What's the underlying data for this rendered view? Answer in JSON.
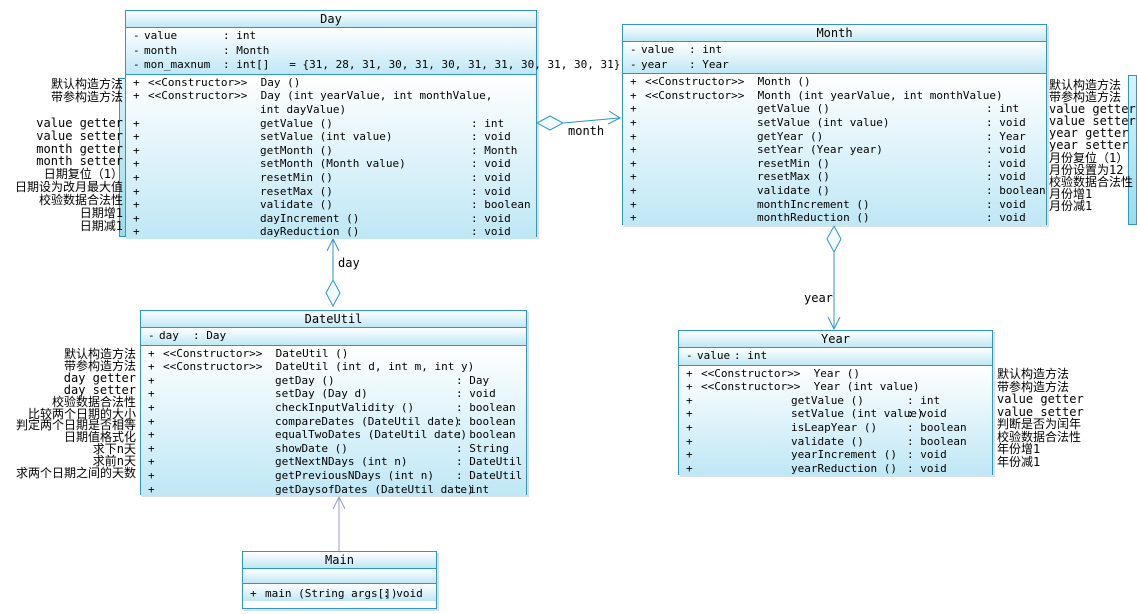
{
  "diagram": {
    "colors": {
      "border": "#2e96c8",
      "fill_top": "#ffffff",
      "fill_bottom": "#c0e7f5",
      "dependency_line": "#9a98cc",
      "text": "#000000"
    },
    "classes": [
      {
        "id": "day",
        "title": "Day",
        "attributes": [
          {
            "vis": "-",
            "name": "value",
            "type": ": int"
          },
          {
            "vis": "-",
            "name": "month",
            "type": ": Month"
          },
          {
            "vis": "-",
            "name": "mon_maxnum",
            "type": ": int[]   = {31, 28, 31, 30, 31, 30, 31, 31, 30, 31, 30, 31}"
          }
        ],
        "methods": [
          {
            "vis": "+",
            "label": "<<Constructor>>  Day ()",
            "type": "",
            "ind": 0
          },
          {
            "vis": "+",
            "label": "<<Constructor>>  Day (int yearValue, int monthValue,",
            "type": "",
            "ind": 0
          },
          {
            "vis": "",
            "label": "int dayValue)",
            "type": "",
            "ind": 2
          },
          {
            "vis": "+",
            "label": "getValue ()",
            "type": ": int",
            "ind": 1
          },
          {
            "vis": "+",
            "label": "setValue (int value)",
            "type": ": void",
            "ind": 1
          },
          {
            "vis": "+",
            "label": "getMonth ()",
            "type": ": Month",
            "ind": 1
          },
          {
            "vis": "+",
            "label": "setMonth (Month value)",
            "type": ": void",
            "ind": 1
          },
          {
            "vis": "+",
            "label": "resetMin ()",
            "type": ": void",
            "ind": 1
          },
          {
            "vis": "+",
            "label": "resetMax ()",
            "type": ": void",
            "ind": 1
          },
          {
            "vis": "+",
            "label": "validate ()",
            "type": ": boolean",
            "ind": 1
          },
          {
            "vis": "+",
            "label": "dayIncrement ()",
            "type": ": void",
            "ind": 1
          },
          {
            "vis": "+",
            "label": "dayReduction ()",
            "type": ": void",
            "ind": 1
          }
        ]
      },
      {
        "id": "month",
        "title": "Month",
        "attributes": [
          {
            "vis": "-",
            "name": "value",
            "type": ": int"
          },
          {
            "vis": "-",
            "name": "year",
            "type": ": Year"
          }
        ],
        "methods": [
          {
            "vis": "+",
            "label": "<<Constructor>>  Month ()",
            "type": "",
            "ind": 0
          },
          {
            "vis": "+",
            "label": "<<Constructor>>  Month (int yearValue, int monthValue)",
            "type": "",
            "ind": 0
          },
          {
            "vis": "+",
            "label": "getValue ()",
            "type": ": int",
            "ind": 1
          },
          {
            "vis": "+",
            "label": "setValue (int value)",
            "type": ": void",
            "ind": 1
          },
          {
            "vis": "+",
            "label": "getYear ()",
            "type": ": Year",
            "ind": 1
          },
          {
            "vis": "+",
            "label": "setYear (Year year)",
            "type": ": void",
            "ind": 1
          },
          {
            "vis": "+",
            "label": "resetMin ()",
            "type": ": void",
            "ind": 1
          },
          {
            "vis": "+",
            "label": "resetMax ()",
            "type": ": void",
            "ind": 1
          },
          {
            "vis": "+",
            "label": "validate ()",
            "type": ": boolean",
            "ind": 1
          },
          {
            "vis": "+",
            "label": "monthIncrement ()",
            "type": ": void",
            "ind": 1
          },
          {
            "vis": "+",
            "label": "monthReduction ()",
            "type": ": void",
            "ind": 1
          }
        ]
      },
      {
        "id": "dateutil",
        "title": "DateUtil",
        "attributes": [
          {
            "vis": "-",
            "name": "day",
            "type": ": Day"
          }
        ],
        "methods": [
          {
            "vis": "+",
            "label": "<<Constructor>>  DateUtil ()",
            "type": "",
            "ind": 0
          },
          {
            "vis": "+",
            "label": "<<Constructor>>  DateUtil (int d, int m, int y)",
            "type": "",
            "ind": 0
          },
          {
            "vis": "+",
            "label": "getDay ()",
            "type": ": Day",
            "ind": 1
          },
          {
            "vis": "+",
            "label": "setDay (Day d)",
            "type": ": void",
            "ind": 1
          },
          {
            "vis": "+",
            "label": "checkInputValidity ()",
            "type": ": boolean",
            "ind": 1
          },
          {
            "vis": "+",
            "label": "compareDates (DateUtil date)",
            "type": ": boolean",
            "ind": 1
          },
          {
            "vis": "+",
            "label": "equalTwoDates (DateUtil date)",
            "type": ": boolean",
            "ind": 1
          },
          {
            "vis": "+",
            "label": "showDate ()",
            "type": ": String",
            "ind": 1
          },
          {
            "vis": "+",
            "label": "getNextNDays (int n)",
            "type": ": DateUtil",
            "ind": 1
          },
          {
            "vis": "+",
            "label": "getPreviousNDays (int n)",
            "type": ": DateUtil",
            "ind": 1
          },
          {
            "vis": "+",
            "label": "getDaysofDates (DateUtil date)",
            "type": ": int",
            "ind": 1
          }
        ]
      },
      {
        "id": "year",
        "title": "Year",
        "attributes": [
          {
            "vis": "-",
            "name": "value",
            "type": ": int"
          }
        ],
        "methods": [
          {
            "vis": "+",
            "label": "<<Constructor>>  Year ()",
            "type": "",
            "ind": 0
          },
          {
            "vis": "+",
            "label": "<<Constructor>>  Year (int value)",
            "type": "",
            "ind": 0
          },
          {
            "vis": "+",
            "label": "getValue ()",
            "type": ": int",
            "ind": 1
          },
          {
            "vis": "+",
            "label": "setValue (int value)",
            "type": ": void",
            "ind": 1
          },
          {
            "vis": "+",
            "label": "isLeapYear ()",
            "type": ": boolean",
            "ind": 1
          },
          {
            "vis": "+",
            "label": "validate ()",
            "type": ": boolean",
            "ind": 1
          },
          {
            "vis": "+",
            "label": "yearIncrement ()",
            "type": ": void",
            "ind": 1
          },
          {
            "vis": "+",
            "label": "yearReduction ()",
            "type": ": void",
            "ind": 1
          }
        ]
      },
      {
        "id": "main",
        "title": "Main",
        "attributes": [],
        "methods": [
          {
            "vis": "+",
            "label": "main (String args[])",
            "type": ": void",
            "ind": 0
          }
        ]
      }
    ],
    "notes": [
      {
        "id": "day",
        "lines": [
          "默认构造方法",
          "带参构造方法",
          "",
          "value getter",
          "value setter",
          "month getter",
          "month setter",
          "日期复位（1）",
          "日期设为改月最大值",
          "校验数据合法性",
          "日期增1",
          "日期减1"
        ]
      },
      {
        "id": "month",
        "lines": [
          "默认构造方法",
          "带参构造方法",
          "value getter",
          "value setter",
          "year getter",
          "year setter",
          "月份复位（1）",
          "月份设置为12",
          "校验数据合法性",
          "月份增1",
          "月份减1"
        ]
      },
      {
        "id": "dateutil",
        "lines": [
          "默认构造方法",
          "带参构造方法",
          "day getter",
          "day setter",
          "校验数据合法性",
          "比较两个日期的大小",
          "判定两个日期是否相等",
          "日期值格式化",
          "求下n天",
          "求前n天",
          "求两个日期之间的天数"
        ]
      },
      {
        "id": "year",
        "lines": [
          "默认构造方法",
          "带参构造方法",
          "value getter",
          "value setter",
          "判断是否为闰年",
          "校验数据合法性",
          "年份增1",
          "年份减1"
        ]
      }
    ],
    "connectors": [
      {
        "id": "day-month",
        "label": "month",
        "kind": "aggregation"
      },
      {
        "id": "dateutil-day",
        "label": "day",
        "kind": "aggregation"
      },
      {
        "id": "month-year",
        "label": "year",
        "kind": "aggregation"
      },
      {
        "id": "main-dateutil",
        "label": "",
        "kind": "dependency"
      }
    ]
  }
}
